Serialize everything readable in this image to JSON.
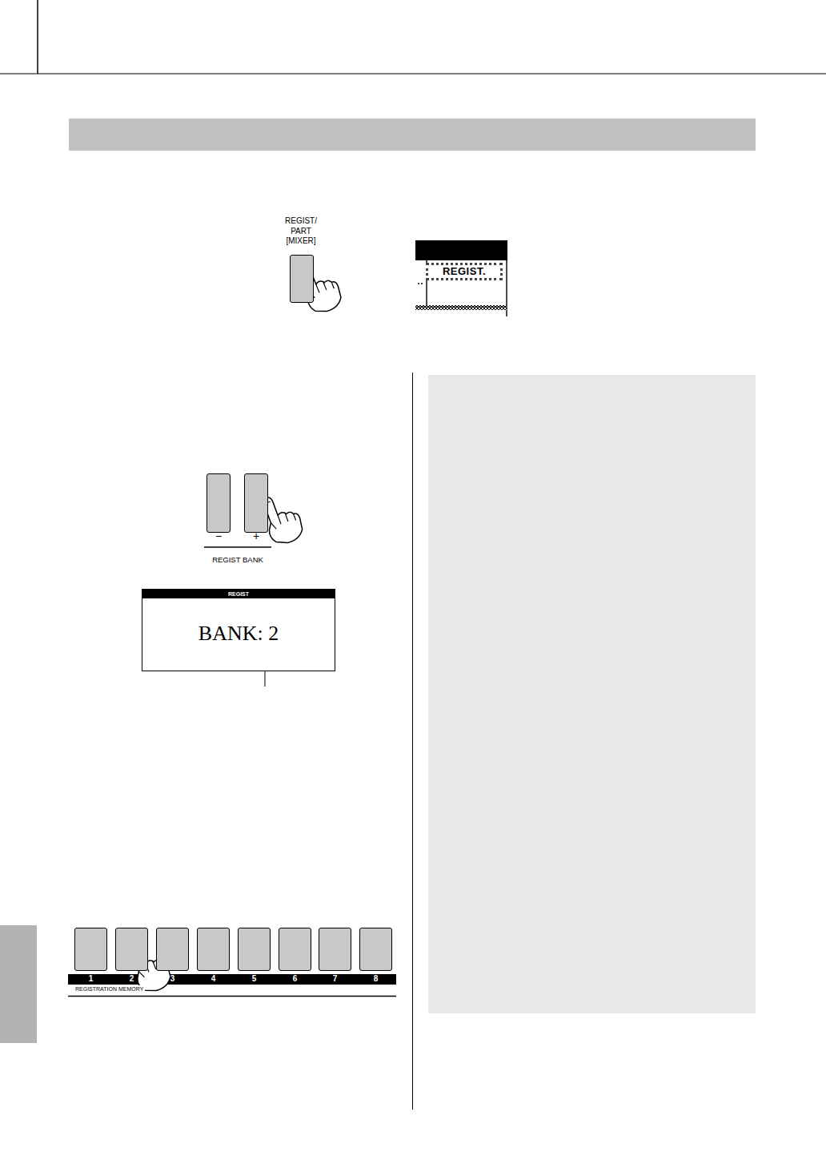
{
  "diagram": {
    "nodes": [
      {
        "text": [
          "REGIST/ PART [MIXER]"
        ]
      },
      {
        "text": [
          "REGIST."
        ]
      },
      {
        "text": [
          "−"
        ]
      },
      {
        "text": [
          "+"
        ]
      },
      {
        "text": [
          "REGIST",
          "BANK: 2"
        ]
      },
      {
        "text": [
          "1"
        ]
      },
      {
        "text": [
          "2"
        ]
      },
      {
        "text": [
          "3"
        ]
      },
      {
        "text": [
          "4"
        ]
      },
      {
        "text": [
          "5"
        ]
      },
      {
        "text": [
          "6"
        ]
      },
      {
        "text": [
          "7"
        ]
      },
      {
        "text": [
          "8"
        ]
      }
    ],
    "labels": [
      "REGIST BANK",
      "REGISTRATION MEMORY"
    ]
  }
}
